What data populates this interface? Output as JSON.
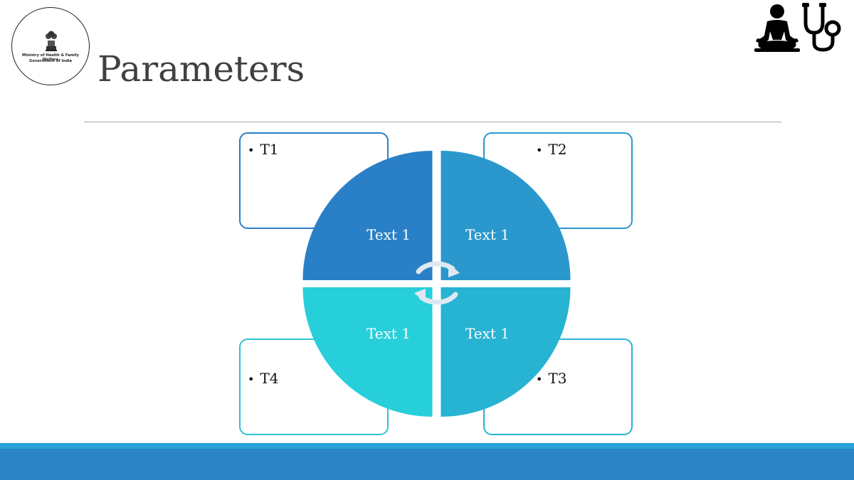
{
  "header": {
    "title": "Parameters",
    "logo_line1": "Ministry of Health & Family Welfare",
    "logo_line2": "Government of India"
  },
  "icons": [
    "yoga-meditation-icon",
    "stethoscope-icon",
    "cycle-arrows-icon"
  ],
  "diagram": {
    "quadrants": [
      {
        "position": "top-left",
        "label": "Text 1",
        "color": "#2a80c6"
      },
      {
        "position": "top-right",
        "label": "Text 1",
        "color": "#2a98cd"
      },
      {
        "position": "bottom-right",
        "label": "Text 1",
        "color": "#27b3d2"
      },
      {
        "position": "bottom-left",
        "label": "Text 1",
        "color": "#27cfda"
      }
    ],
    "boxes": [
      {
        "id": "T1",
        "label": "T1",
        "color": "#2a7fc4"
      },
      {
        "id": "T2",
        "label": "T2",
        "color": "#2a97cc"
      },
      {
        "id": "T3",
        "label": "T3",
        "color": "#27b3d0"
      },
      {
        "id": "T4",
        "label": "T4",
        "color": "#2ec2d6"
      }
    ]
  },
  "footer": {
    "bar_color": "#2a84c6",
    "stripe_color": "#29a3d7"
  }
}
